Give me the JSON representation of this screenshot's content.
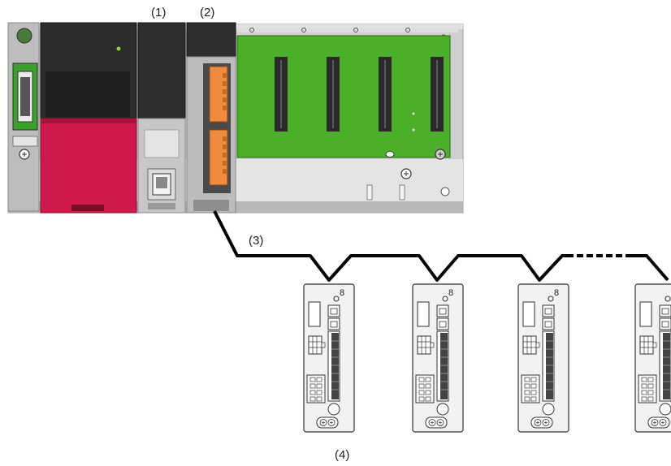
{
  "labels": {
    "l1": "(1)",
    "l2": "(2)",
    "l3": "(3)",
    "l4": "(4)"
  },
  "colors": {
    "rack_gray": "#cfcfcf",
    "cpu_red": "#d0184a",
    "board_green": "#4caf2a",
    "connector_orange": "#f08a3c",
    "module_dark": "#2c2c2c",
    "cable": "#000000"
  },
  "devices": {
    "servo_amplifiers_visible": 4
  }
}
